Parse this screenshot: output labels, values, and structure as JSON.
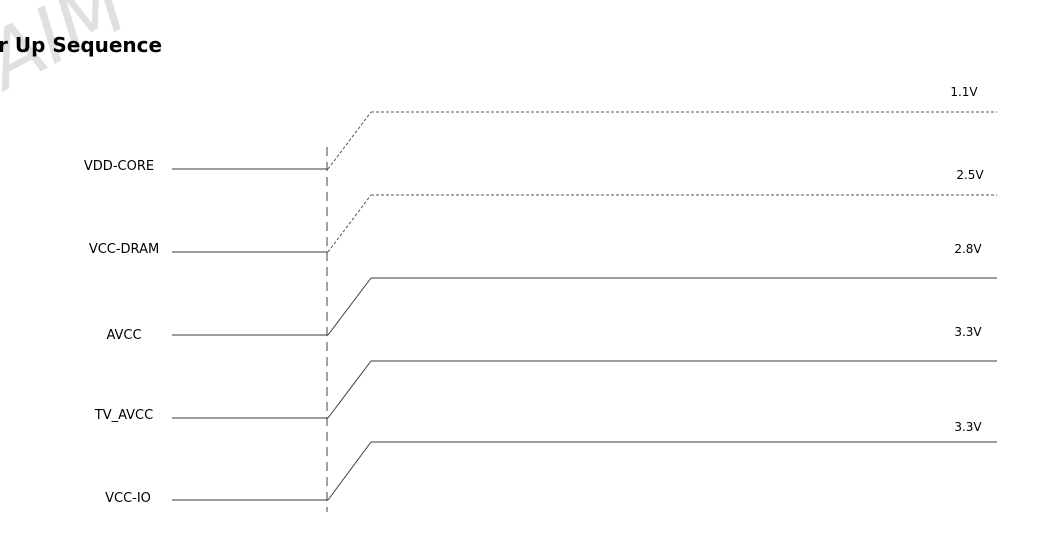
{
  "title": "r Up Sequence",
  "watermark": "AIM",
  "signals": [
    {
      "label": "VDD-CORE",
      "voltage": "1.1V",
      "style": "dashed"
    },
    {
      "label": "VCC-DRAM",
      "voltage": "2.5V",
      "style": "dashed"
    },
    {
      "label": "AVCC",
      "voltage": "2.8V",
      "style": "solid"
    },
    {
      "label": "TV_AVCC",
      "voltage": "3.3V",
      "style": "solid"
    },
    {
      "label": "VCC-IO",
      "voltage": "3.3V",
      "style": "solid"
    }
  ],
  "colors": {
    "line": "#3a3a3a",
    "dashed": "#555555",
    "watermark": "#c8c8c8"
  }
}
